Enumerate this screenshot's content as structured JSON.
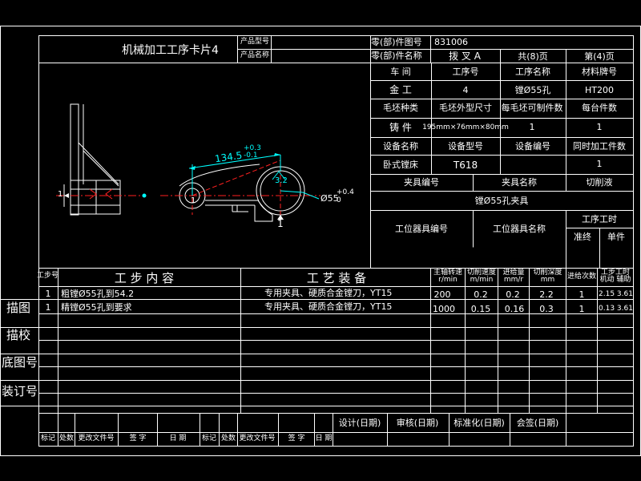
{
  "colors": {
    "background": "#000000",
    "line": "#ffffff",
    "dimension": "#00ffff",
    "centerline": "#ff2020",
    "accent": "#ffff00"
  },
  "header": {
    "title": "机械加工工序卡片4",
    "product_model_label": "产品型号",
    "product_name_label": "产品名称",
    "part_no_label": "零(部)件图号",
    "part_no": "831006",
    "part_name_label": "零(部)件名称",
    "part_name": "拨 叉 A",
    "total_pages": "共(8)页",
    "page_no": "第(4)页"
  },
  "info": {
    "workshop_label": "车 间",
    "process_no_label": "工序号",
    "process_name_label": "工序名称",
    "material_label": "材料牌号",
    "workshop": "金 工",
    "process_no": "4",
    "process_name": "镗Ø55孔",
    "material": "HT200",
    "blank_type_label": "毛坯种类",
    "blank_size_label": "毛坯外型尺寸",
    "parts_per_blank_label": "每毛坯可制件数",
    "parts_per_unit_label": "每台件数",
    "blank_type": "铸 件",
    "blank_size": "195mm×76mm×80mm",
    "parts_per_blank": "1",
    "parts_per_unit": "1",
    "equip_name_label": "设备名称",
    "equip_model_label": "设备型号",
    "equip_no_label": "设备编号",
    "simul_label": "同时加工件数",
    "equip_name": "卧式镗床",
    "equip_model": "T618",
    "simul": "1",
    "fixture_no_label": "夹具编号",
    "fixture_name_label": "夹具名称",
    "coolant_label": "切削液",
    "fixture_name": "镗Ø55孔夹具",
    "station_no_label": "工位器具编号",
    "station_name_label": "工位器具名称",
    "process_time_label": "工序工时",
    "prep_label": "准终",
    "unit_label": "单件"
  },
  "drawing": {
    "dim_length": "134.5",
    "tol_upper": "+0.3",
    "tol_lower": "-0.1",
    "dim_ra": "3.2",
    "dim_dia": "Ø55",
    "dia_tol_upper": "+0.4",
    "dia_tol_lower": "0",
    "datum_left": "1",
    "datum_hole": "1",
    "datum_bottom": "1"
  },
  "steps": {
    "col_no": "工步号",
    "col_content": "工 步 内 容",
    "col_equipment": "工 艺 装 备",
    "col_speed": "主轴转速 r/min",
    "col_cut_speed": "切削速度 m/min",
    "col_feed": "进给量 mm/r",
    "col_depth": "切削深度 mm",
    "col_passes": "进给次数",
    "col_time": "工步工时 机动 辅助",
    "rows": [
      {
        "no": "1",
        "content": "粗镗Ø55孔到54.2",
        "equipment": "专用夹具、硬质合金镗刀，YT15",
        "speed": "200",
        "cut_speed": "0.2",
        "feed": "0.2",
        "depth": "2.2",
        "passes": "1",
        "time": "2.15 3.61"
      },
      {
        "no": "1",
        "content": "精镗Ø55孔到要求",
        "equipment": "专用夹具、硬质合金镗刀，YT15",
        "speed": "1000",
        "cut_speed": "0.15",
        "feed": "0.16",
        "depth": "0.3",
        "passes": "1",
        "time": "0.13 3.61"
      }
    ]
  },
  "side_labels": {
    "trace": "描图",
    "trace_check": "描校",
    "base_no": "底图号",
    "binding_no": "装订号"
  },
  "footer": {
    "design": "设计(日期)",
    "review": "审核(日期)",
    "standard": "标准化(日期)",
    "sign": "会签(日期)",
    "mark1": "标记",
    "count1": "处数",
    "file1": "更改文件号",
    "sig1": "签 字",
    "date1": "日 期",
    "mark2": "标记",
    "count2": "处数",
    "file2": "更改文件号",
    "sig2": "签 字",
    "date2": "日 期"
  }
}
